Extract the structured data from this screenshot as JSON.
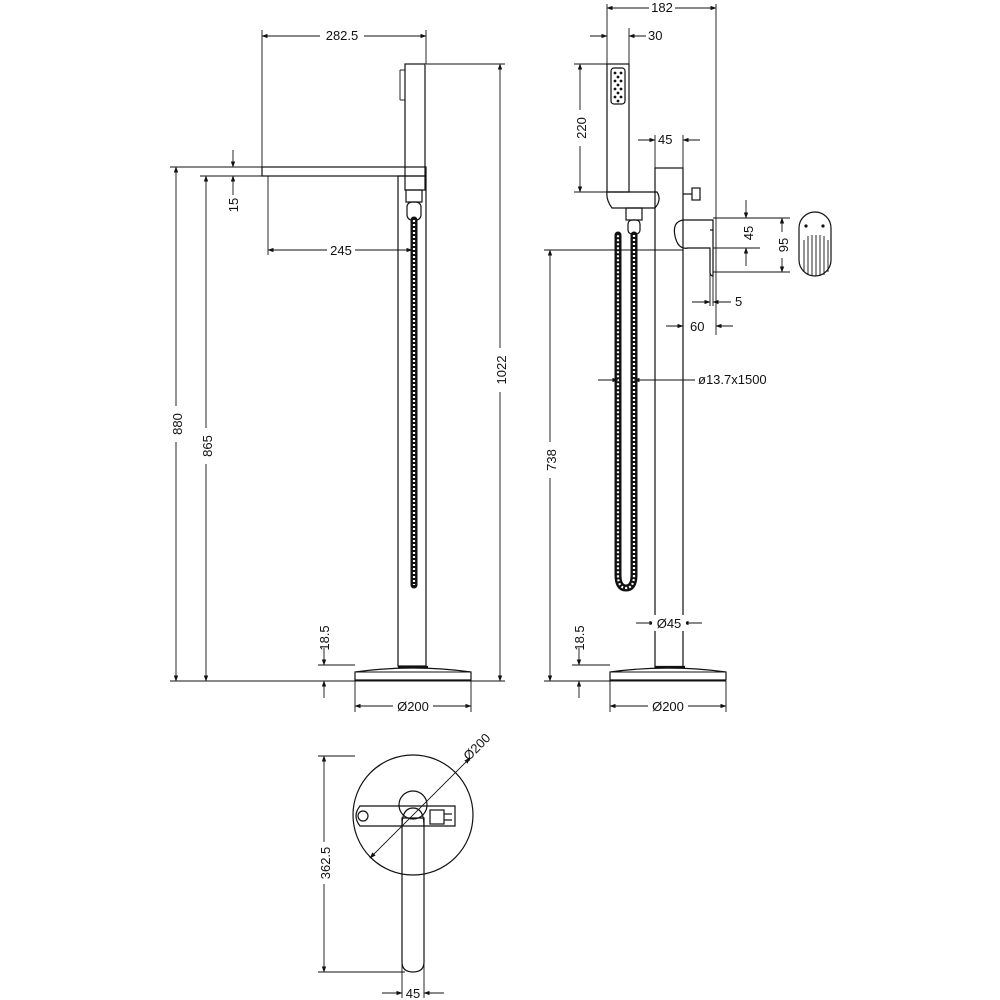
{
  "dimensions": {
    "front": {
      "arm_length": "282.5",
      "arm_thickness": "15",
      "spout_reach": "245",
      "total_height": "1022",
      "height_880": "880",
      "height_865": "865",
      "base_height": "18.5",
      "base_diameter": "Ø200"
    },
    "side": {
      "top_width": "182",
      "handset_width": "30",
      "handset_length": "220",
      "holder_45": "45",
      "lever_45": "45",
      "lever_95": "95",
      "lever_5": "5",
      "lever_60": "60",
      "hose": "ø13.7x1500",
      "outlet_height": "738",
      "column_diameter": "Ø45",
      "base_height": "18.5",
      "base_diameter": "Ø200"
    },
    "plan": {
      "plate_diameter": "Ø200",
      "lever_length": "362.5",
      "lever_width": "45"
    }
  },
  "colors": {
    "line": "#111111",
    "background": "#ffffff"
  }
}
